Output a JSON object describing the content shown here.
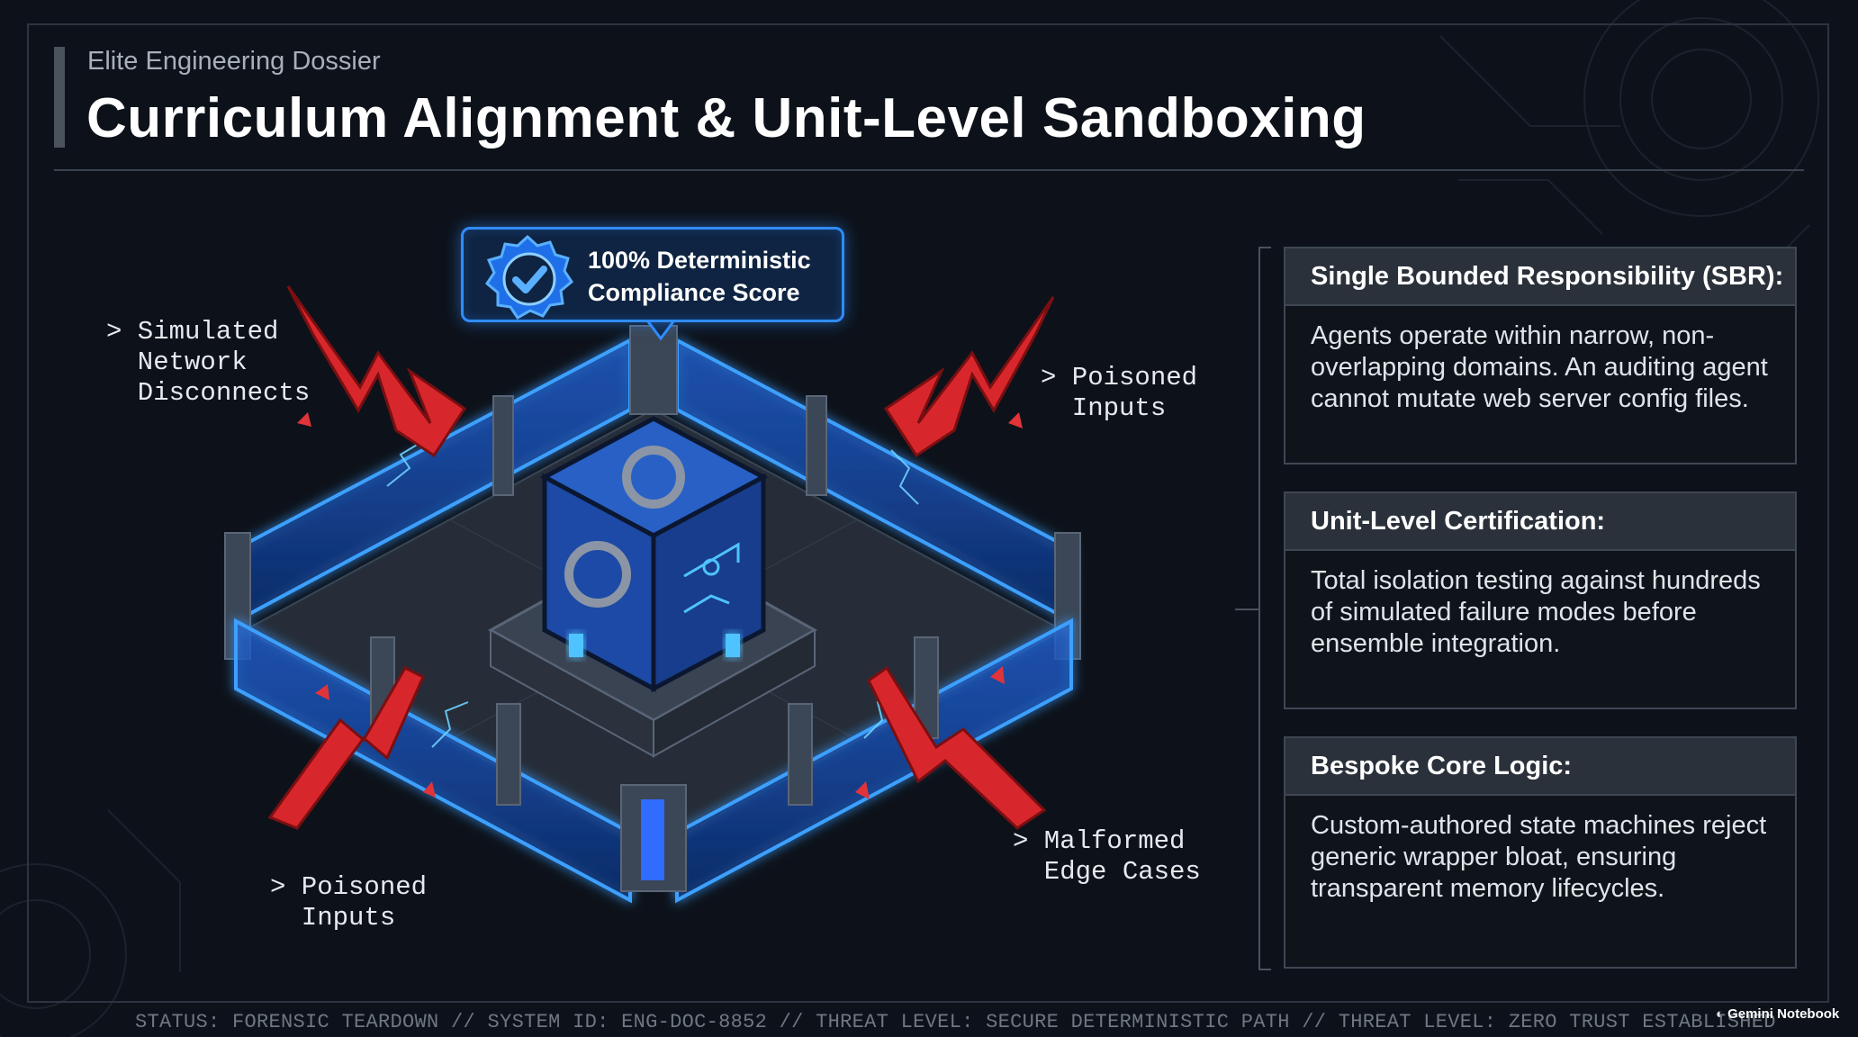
{
  "header": {
    "eyebrow": "Elite Engineering Dossier",
    "title": "Curriculum Alignment & Unit-Level Sandboxing"
  },
  "badge": {
    "line1": "100% Deterministic",
    "line2": "Compliance Score",
    "icon": "checkmark-seal-icon"
  },
  "callouts": {
    "top_left": "> Simulated\n  Network\n  Disconnects",
    "top_right": "> Poisoned\n  Inputs",
    "bottom_left": "> Poisoned\n  Inputs",
    "bottom_right": "> Malformed\n  Edge Cases"
  },
  "cards": [
    {
      "heading": "Single Bounded Responsibility (SBR):",
      "body": "Agents operate within narrow, non-overlapping domains. An auditing agent cannot mutate web server config files."
    },
    {
      "heading": "Unit-Level Certification:",
      "body": "Total isolation testing against hundreds of simulated failure modes before ensemble integration."
    },
    {
      "heading": "Bespoke Core Logic:",
      "body": "Custom-authored state machines reject generic wrapper bloat, ensuring transparent memory lifecycles."
    }
  ],
  "footer": {
    "status": "STATUS: FORENSIC TEARDOWN // SYSTEM ID: ENG-DOC-8852 // THREAT LEVEL: SECURE DETERMINISTIC PATH // THREAT LEVEL: ZERO TRUST ESTABLISHED",
    "watermark": "Gemini Notebook"
  },
  "colors": {
    "background": "#0d121a",
    "accent_blue": "#2f8cff",
    "threat_red": "#d8272c"
  }
}
